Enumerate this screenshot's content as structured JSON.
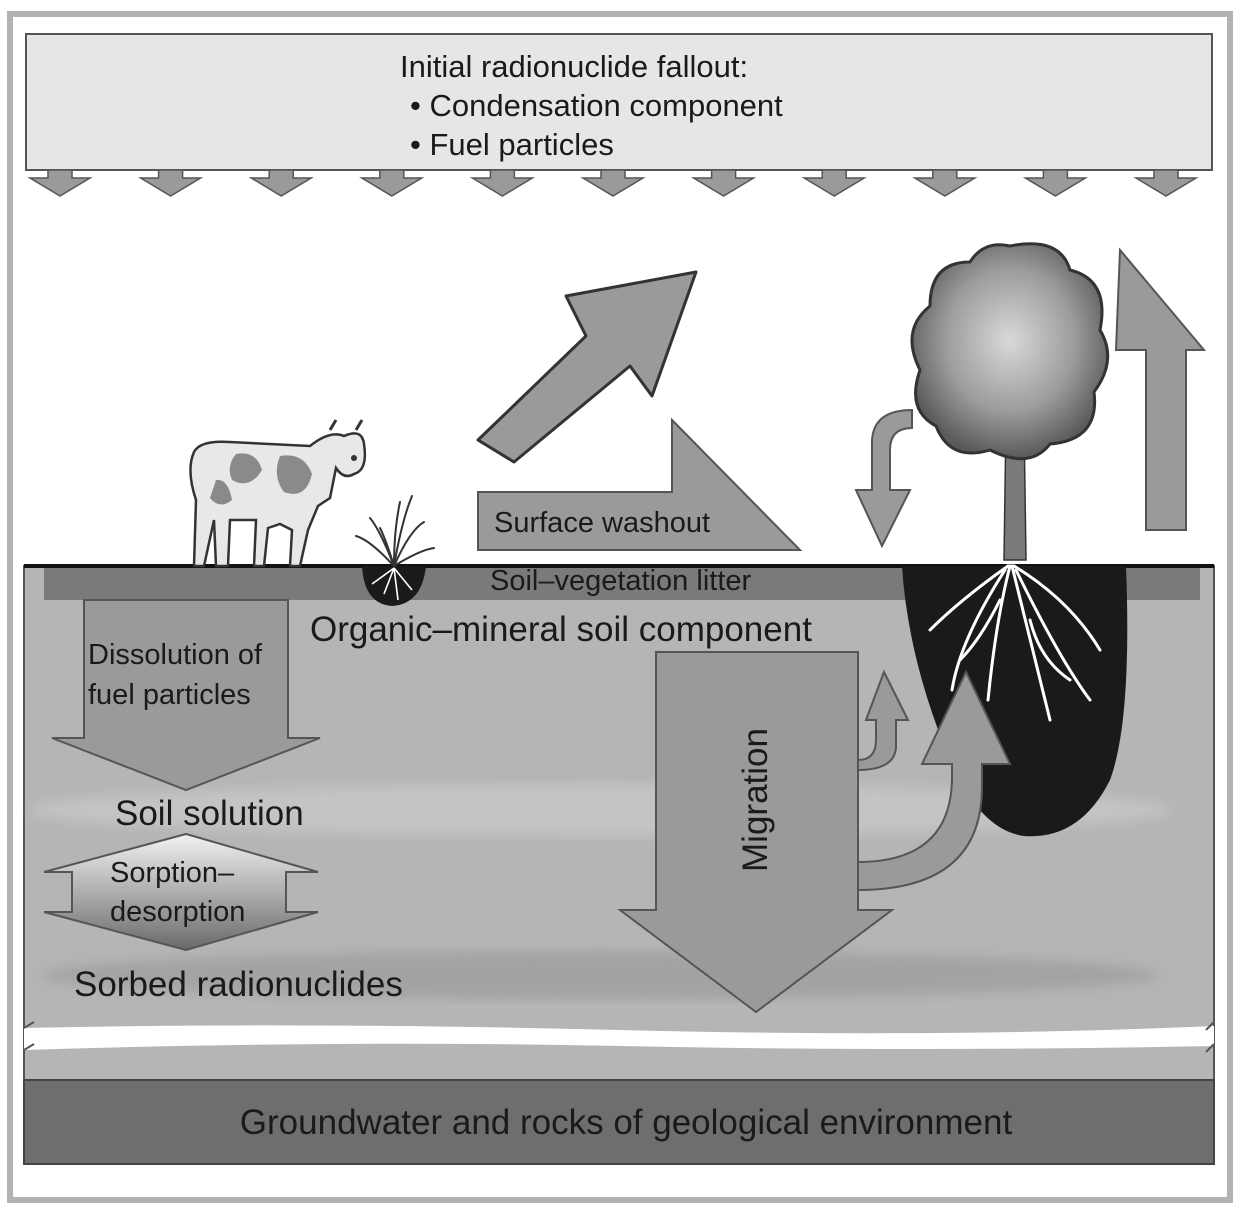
{
  "fallout": {
    "title": "Initial radionuclide fallout:",
    "items": [
      "Condensation component",
      "Fuel particles"
    ]
  },
  "labels": {
    "surface_washout": "Surface washout",
    "litter": "Soil–vegetation litter",
    "organic_mineral": "Organic–mineral soil component",
    "dissolution_line1": "Dissolution of",
    "dissolution_line2": "fuel particles",
    "soil_solution": "Soil solution",
    "sorption_line1": "Sorption–",
    "sorption_line2": "desorption",
    "sorbed": "Sorbed radionuclides",
    "migration": "Migration",
    "groundwater": "Groundwater and rocks of geological environment"
  },
  "icons": {
    "cow": "cow-icon",
    "grass": "grass-icon",
    "tree": "tree-icon"
  },
  "colors": {
    "frame": "#b3b3b3",
    "sky_box": "#e6e6e6",
    "soil": "#b5b5b5",
    "litter": "#7a7a7a",
    "arrow": "#9a9a9a",
    "groundwater": "#6e6e6e",
    "root_zone": "#1a1a1a"
  }
}
